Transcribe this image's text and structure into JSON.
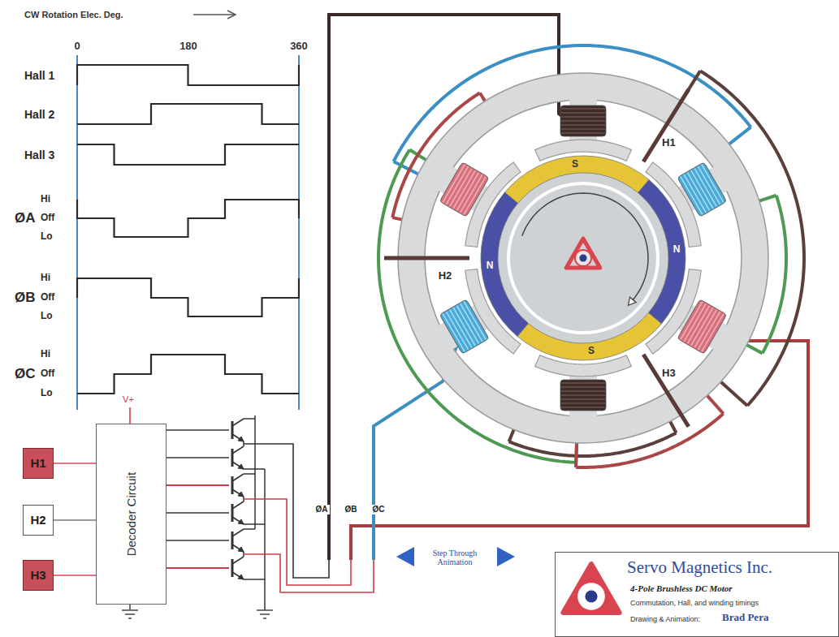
{
  "diagram": {
    "nodes": [
      {
        "text": [
          "H1"
        ]
      },
      {
        "text": [
          "H2"
        ]
      },
      {
        "text": [
          "H3"
        ]
      },
      {
        "text": [
          "Decoder Circuit"
        ]
      },
      {
        "text": [
          "Servo Magnetics Inc.",
          "4-Pole Brushless DC Motor",
          "Commutation, Hall, and winding timings",
          "Drawing & Animation:",
          "Brad Pera"
        ]
      }
    ],
    "edges": [
      {
        "from": 0,
        "to": 3,
        "arrow": "none"
      },
      {
        "from": 1,
        "to": 3,
        "arrow": "none"
      },
      {
        "from": 2,
        "to": 3,
        "arrow": "none"
      }
    ],
    "labels": [
      "CW Rotation Elec. Deg.",
      "0",
      "180",
      "360",
      "Hall 1",
      "Hall 2",
      "Hall 3",
      "ØA",
      "Hi",
      "Off",
      "Lo",
      "ØB",
      "Hi",
      "Off",
      "Lo",
      "ØC",
      "Hi",
      "Off",
      "Lo",
      "V+",
      "ØA",
      "ØB",
      "ØC",
      "S",
      "N",
      "S",
      "N",
      "H1",
      "H2",
      "H3",
      "Step Through Animation"
    ]
  }
}
